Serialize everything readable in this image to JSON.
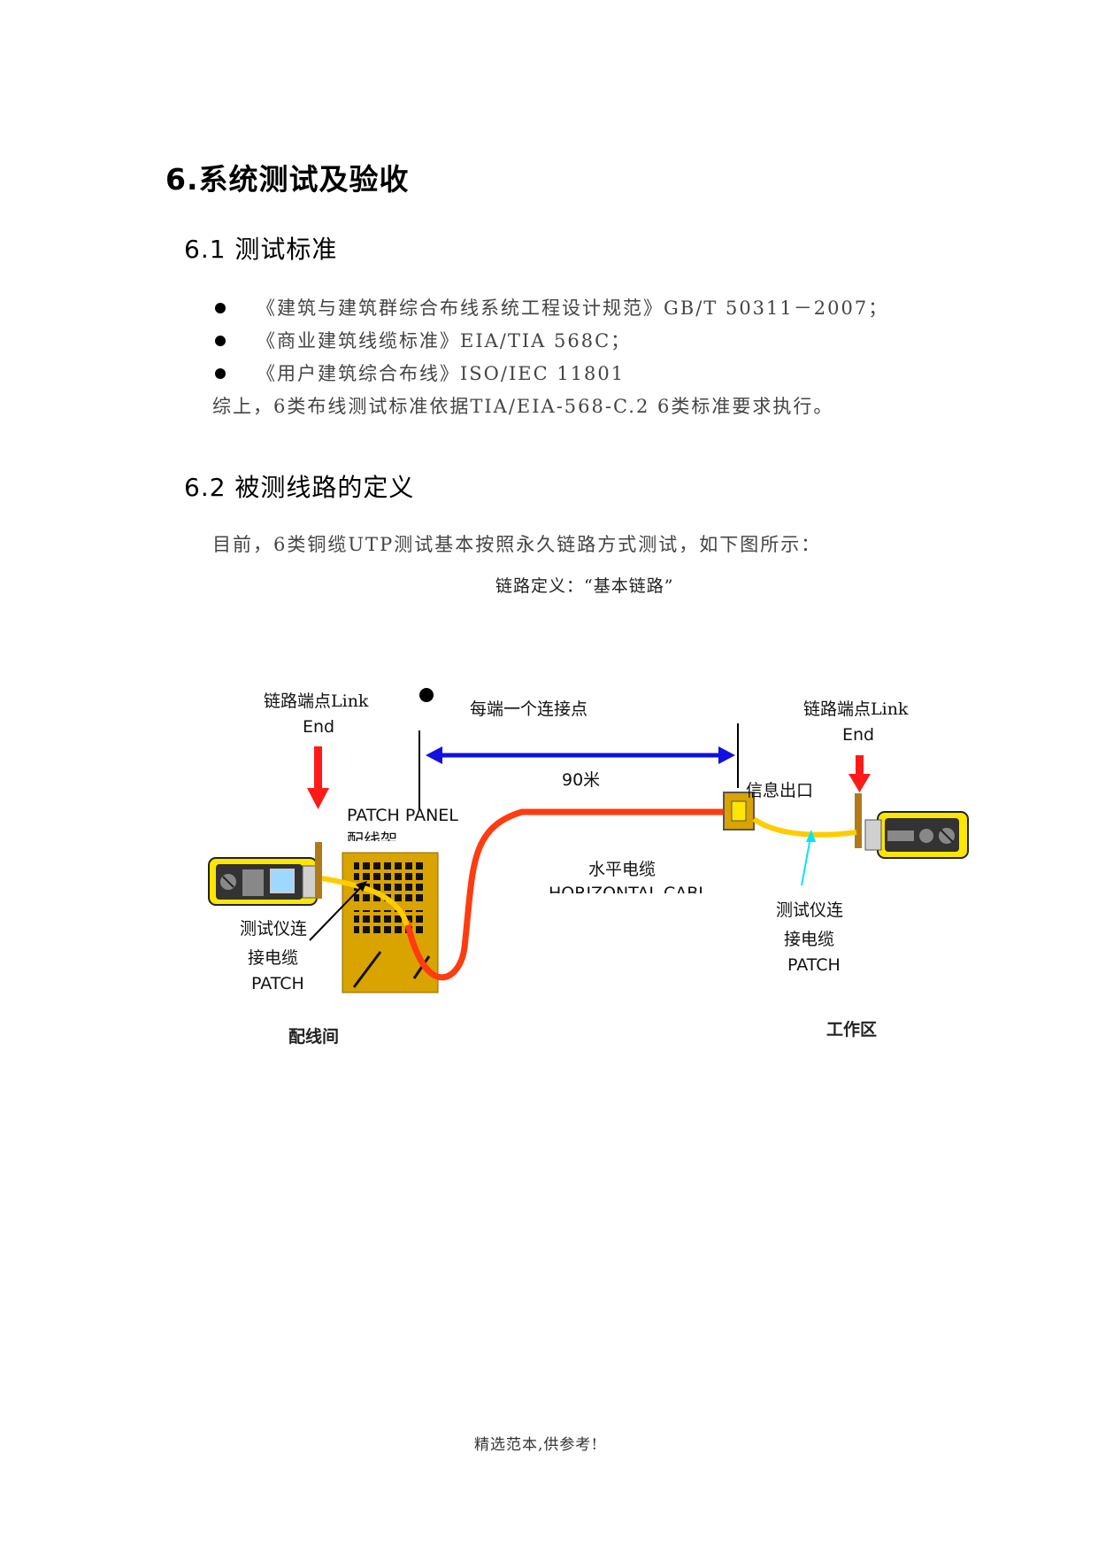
{
  "section": {
    "title": "6.系统测试及验收"
  },
  "sub1": {
    "title": "6.1 测试标准",
    "bullets": [
      "《建筑与建筑群综合布线系统工程设计规范》GB/T 50311－2007；",
      "《商业建筑线缆标准》EIA/TIA 568C；",
      "《用户建筑综合布线》ISO/IEC 11801"
    ],
    "summary": "综上，6类布线测试标准依据TIA/EIA-568-C.2 6类标准要求执行。"
  },
  "sub2": {
    "title": "6.2 被测线路的定义",
    "intro": "目前，6类铜缆UTP测试基本按照永久链路方式测试，如下图所示：",
    "figure_caption": "链路定义：“基本链路”"
  },
  "diagram": {
    "link_end_left_line1": "链路端点Link",
    "link_end_left_line2": "End",
    "link_end_right_line1": "链路端点Link",
    "link_end_right_line2": "End",
    "connection_point": "每端一个连接点",
    "distance": "90米",
    "patch_panel": "PATCH PANEL",
    "patch_panel_cn": "配线架",
    "outlet": "信息出口",
    "horizontal_cable_cn": "水平电缆",
    "horizontal_cable_en": "HORIZONTAL CABLE",
    "left_cable_line1": "测试仪连",
    "left_cable_line2": "接电缆",
    "left_cable_line3": "PATCH",
    "right_cable_line1": "测试仪连",
    "right_cable_line2": "接电缆",
    "right_cable_line3": "PATCH",
    "telecom_room": "配线间",
    "work_area": "工作区",
    "colors": {
      "tester_yellow": "#ffe600",
      "panel_gold": "#d9a300",
      "horizontal_cable": "#ff3c10",
      "patch_cable": "#ffcc00",
      "distance_arrow": "#1010e0",
      "red_arrow": "#ff1a1a",
      "cyan_arrow": "#00e5ff"
    }
  },
  "footer": {
    "text": "精选范本,供参考!"
  }
}
